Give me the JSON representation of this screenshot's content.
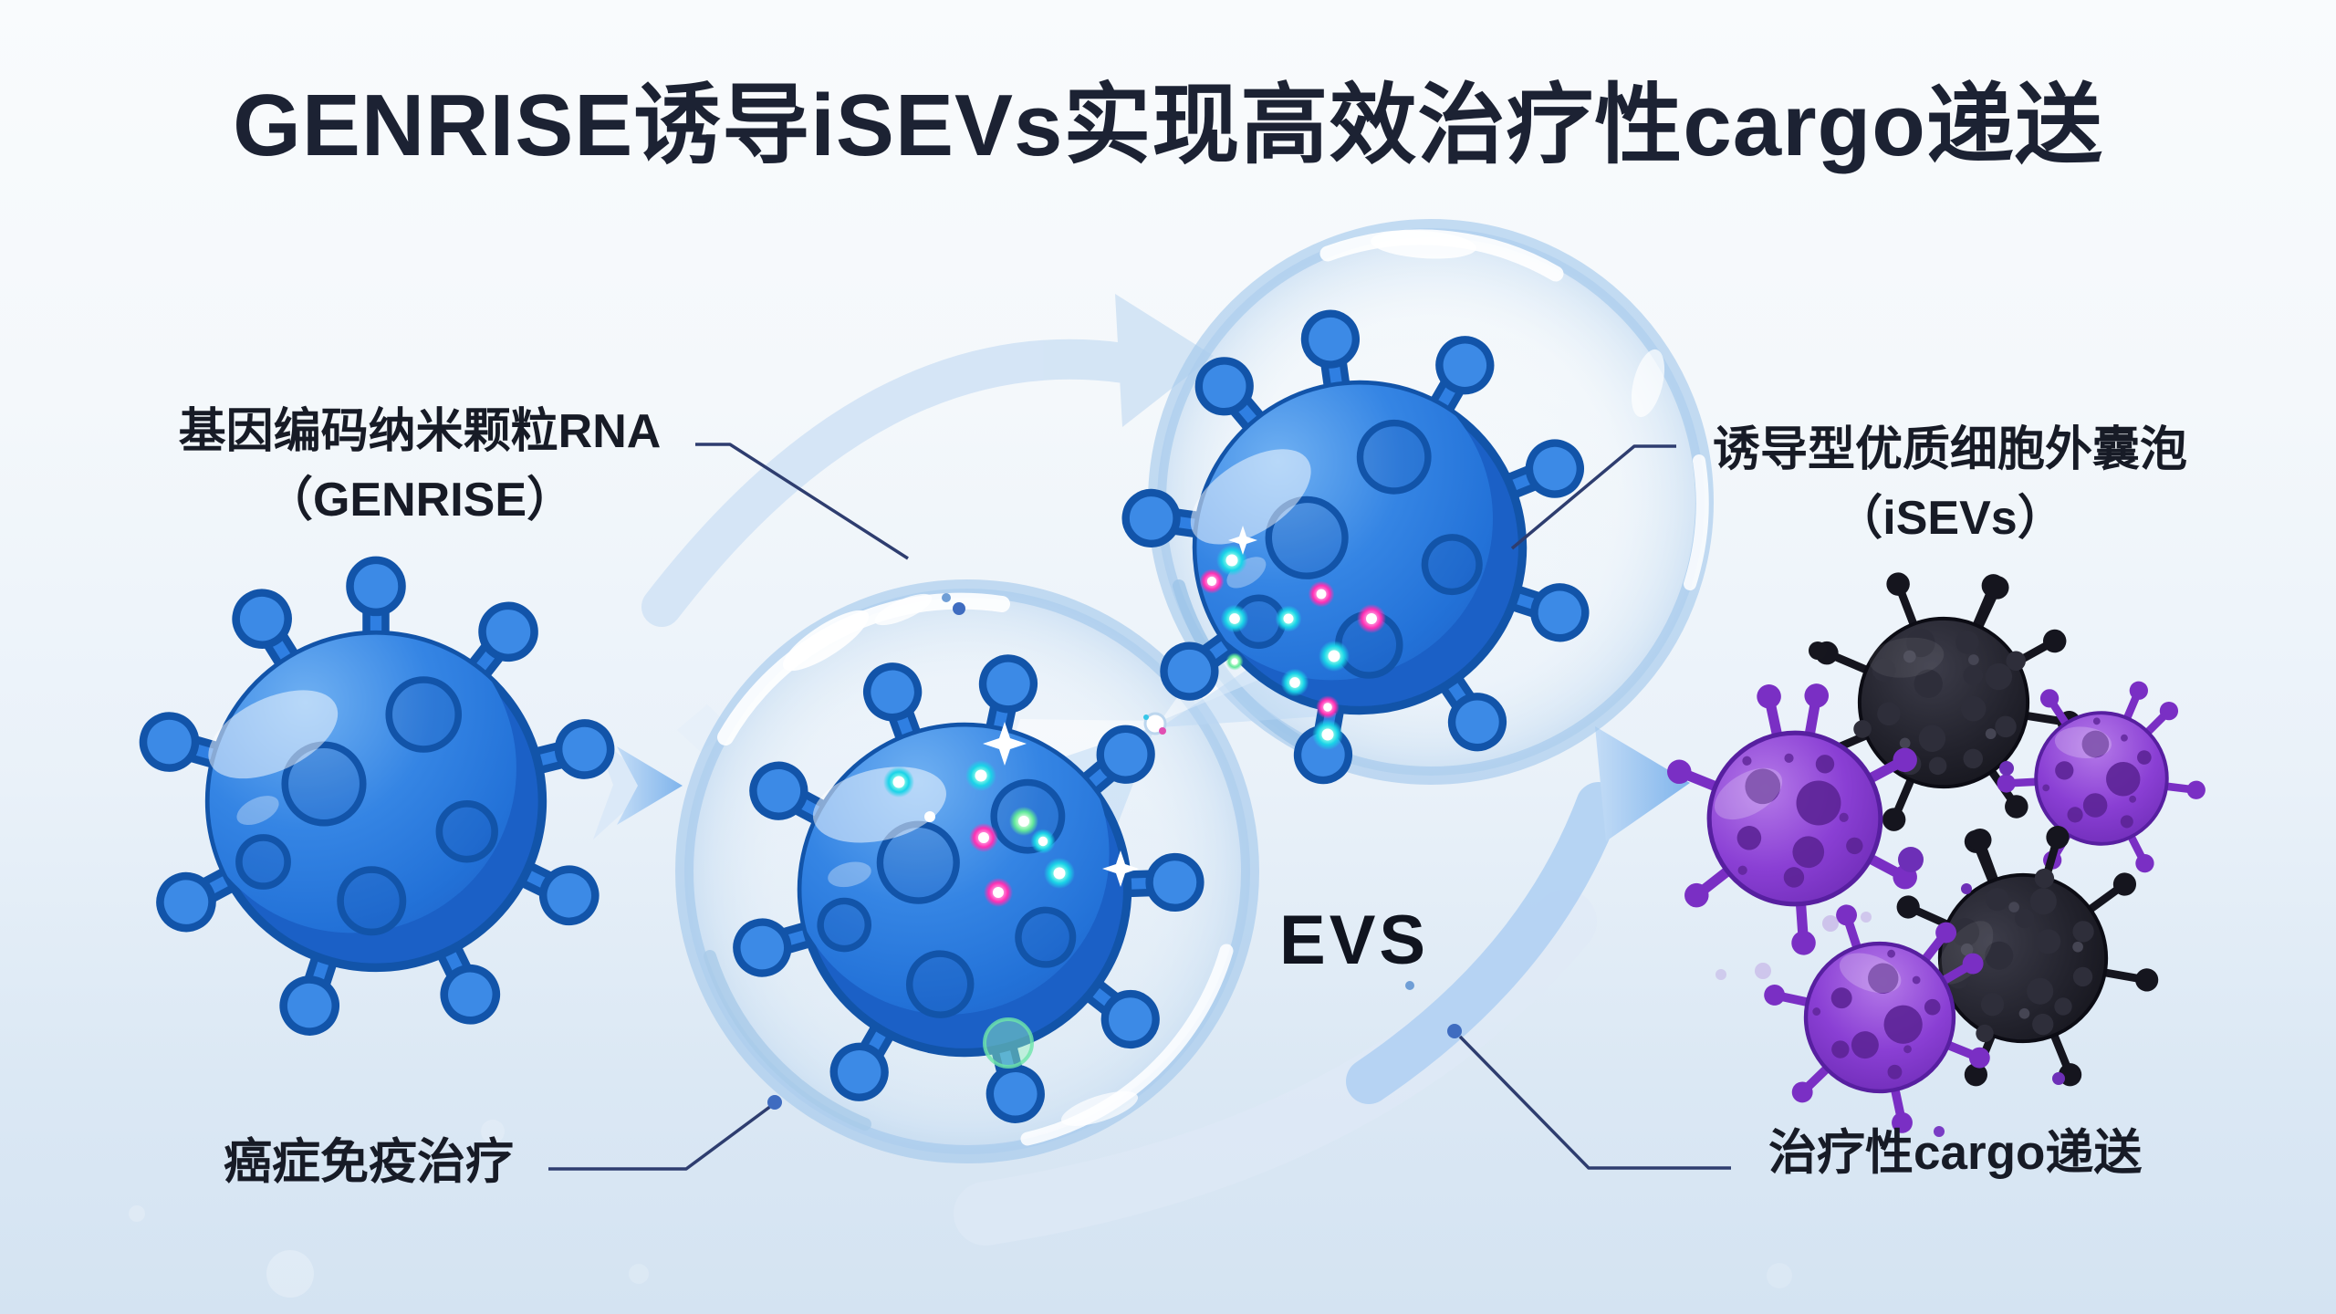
{
  "title": "GENRISE诱导iSEVs实现高效治疗性cargo递送",
  "labels": {
    "genrise": {
      "line1": "基因编码纳米颗粒RNA",
      "line2": "（GENRISE）"
    },
    "isevs": {
      "line1": "诱导型优质细胞外囊泡",
      "line2": "（iSEVs）"
    },
    "cancer_immunotherapy": "癌症免疫治疗",
    "cargo_delivery": "治疗性cargo递送",
    "evs": "EVS"
  },
  "icons": {
    "blue-virus-particle": "spiked blue nanoparticle sphere with craters",
    "cell-bubble": "translucent dividing cell vesicle",
    "purple-ev-particle": "purple spotted extracellular vesicle",
    "black-ev-particle": "black bumpy extracellular vesicle",
    "glow-dot-cyan": "cyan fluorescent cargo dot",
    "glow-dot-magenta": "magenta fluorescent cargo dot",
    "curved-arrow": "light blue process arrow",
    "right-arrow": "light blue delivery arrow"
  },
  "colors": {
    "background_top": "#f9fbfd",
    "background_bottom": "#d4e3f2",
    "particle_blue": "#2b7ce0",
    "particle_blue_outline": "#1254a9",
    "particle_purple": "#8a3fd4",
    "particle_black": "#1b1b24",
    "glow_cyan": "#19d3e8",
    "glow_magenta": "#ff2fb3",
    "glow_green": "#62e89b",
    "arrow_light_blue": "#9dc6f0",
    "connector_navy": "#2e3d6f",
    "text_dark": "#1a2130"
  }
}
